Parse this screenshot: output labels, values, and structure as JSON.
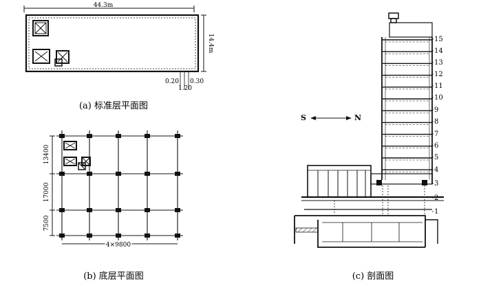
{
  "figure_a": {
    "caption": "(a) 标准层平面图",
    "width_label": "44.3m",
    "depth_label": "14.4m",
    "offset_left": "0.20",
    "offset_right": "0.30",
    "offset_bottom": "1.20"
  },
  "figure_b": {
    "caption": "(b) 底层平面图",
    "bay_label": "4×9800",
    "span_labels": [
      "13400",
      "17000",
      "7500"
    ]
  },
  "figure_c": {
    "caption": "(c) 剖面图",
    "orientation_s": "S",
    "orientation_n": "N",
    "floors": [
      "15",
      "14",
      "13",
      "12",
      "11",
      "10",
      "9",
      "8",
      "7",
      "6",
      "5",
      "4",
      "3",
      "2",
      "1"
    ]
  }
}
